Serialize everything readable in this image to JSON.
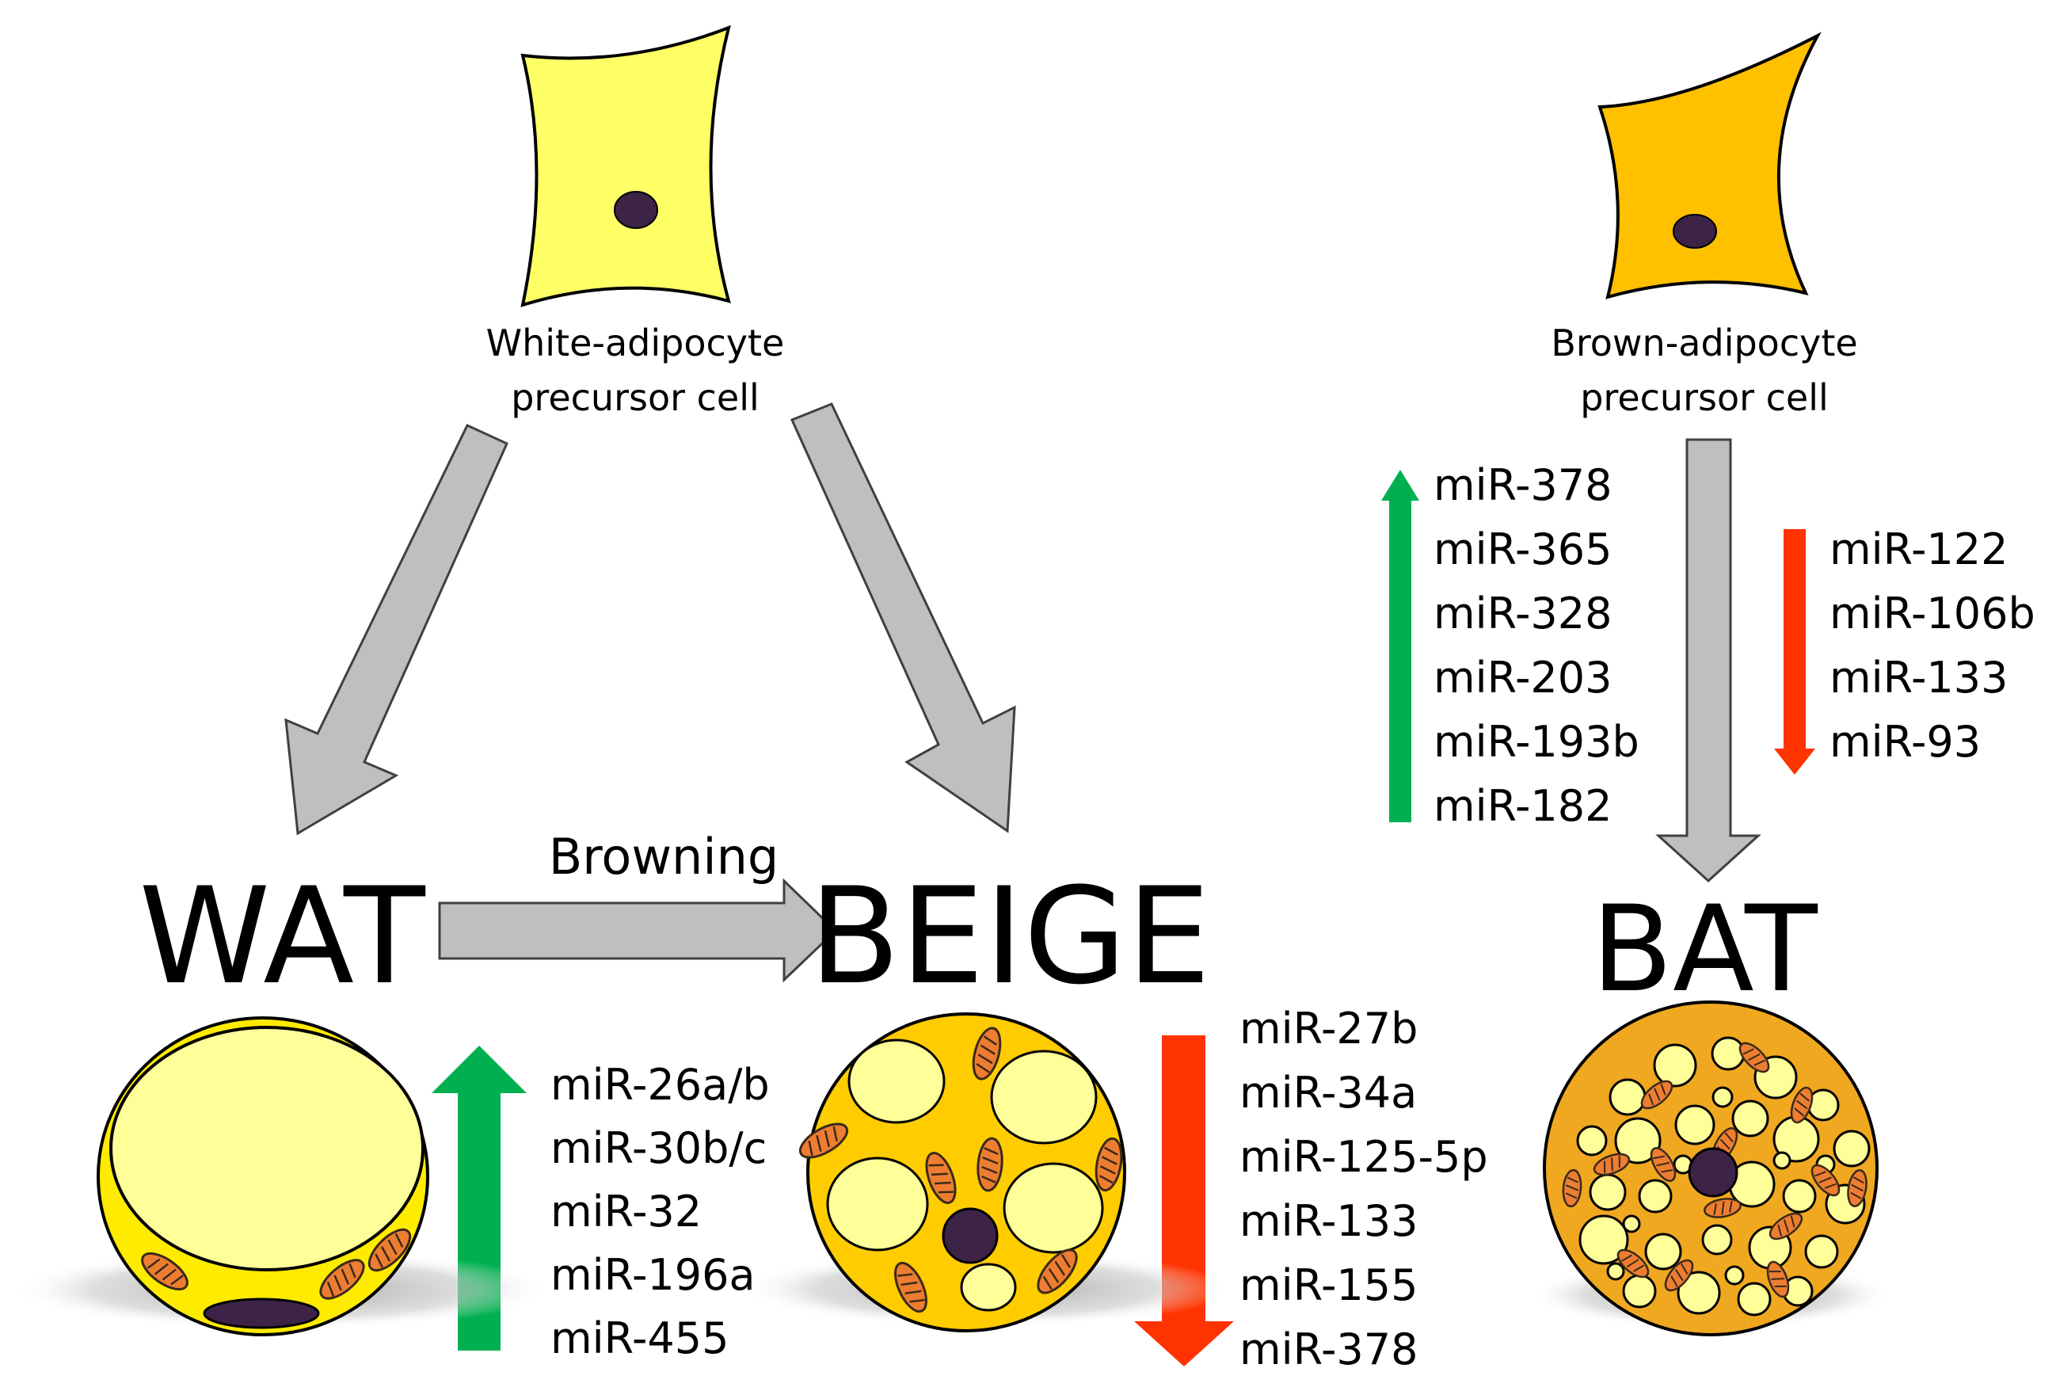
{
  "white_precursor": {
    "line1": "White-adipocyte",
    "line2": "precursor cell"
  },
  "brown_precursor": {
    "line1": "Brown-adipocyte",
    "line2": "precursor cell"
  },
  "browning_label": "Browning",
  "wat_label": "WAT",
  "beige_label": "BEIGE",
  "bat_label": "BAT",
  "colors": {
    "white_precursor": "#ffff66",
    "brown_precursor": "#ffc000",
    "up_arrow": "#00b050",
    "down_arrow": "#ff3300",
    "process_arrow": "#bfbfbf",
    "nucleus": "#3d2346"
  },
  "bat_up_mirnas": [
    "miR-378",
    "miR-365",
    "miR-328",
    "miR-203",
    "miR-193b",
    "miR-182"
  ],
  "bat_down_mirnas": [
    "miR-122",
    "miR-106b",
    "miR-133",
    "miR-93"
  ],
  "browning_up_mirnas": [
    "miR-26a/b",
    "miR-30b/c",
    "miR-32",
    "miR-196a",
    "miR-455"
  ],
  "browning_down_mirnas": [
    "miR-27b",
    "miR-34a",
    "miR-125-5p",
    "miR-133",
    "miR-155",
    "miR-378"
  ]
}
